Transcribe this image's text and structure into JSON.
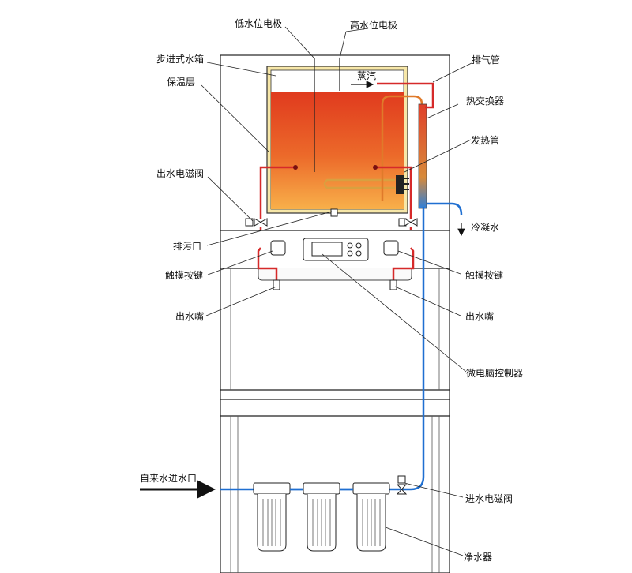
{
  "labels": {
    "low_electrode": "低水位电极",
    "high_electrode": "高水位电极",
    "step_tank": "步进式水箱",
    "insulation": "保温层",
    "outlet_valve": "出水电磁阀",
    "drain": "排污口",
    "touch_key_left": "触摸按键",
    "spout_left": "出水嘴",
    "exhaust_pipe": "排气管",
    "heat_exchanger": "热交换器",
    "heating_tube": "发热管",
    "condensate": "冷凝水",
    "touch_key_right": "触摸按键",
    "spout_right": "出水嘴",
    "controller": "微电脑控制器",
    "tap_inlet": "自来水进水口",
    "inlet_valve": "进水电磁阀",
    "purifier": "净水器",
    "steam": "蒸汽"
  },
  "colors": {
    "hot_pipe": "#d62a2a",
    "cold_pipe": "#1f6fd1",
    "water_top": "#e03a1e",
    "water_bottom": "#f6a53a",
    "insulation": "#f7e7a8",
    "exchanger": "#e07a2a"
  }
}
